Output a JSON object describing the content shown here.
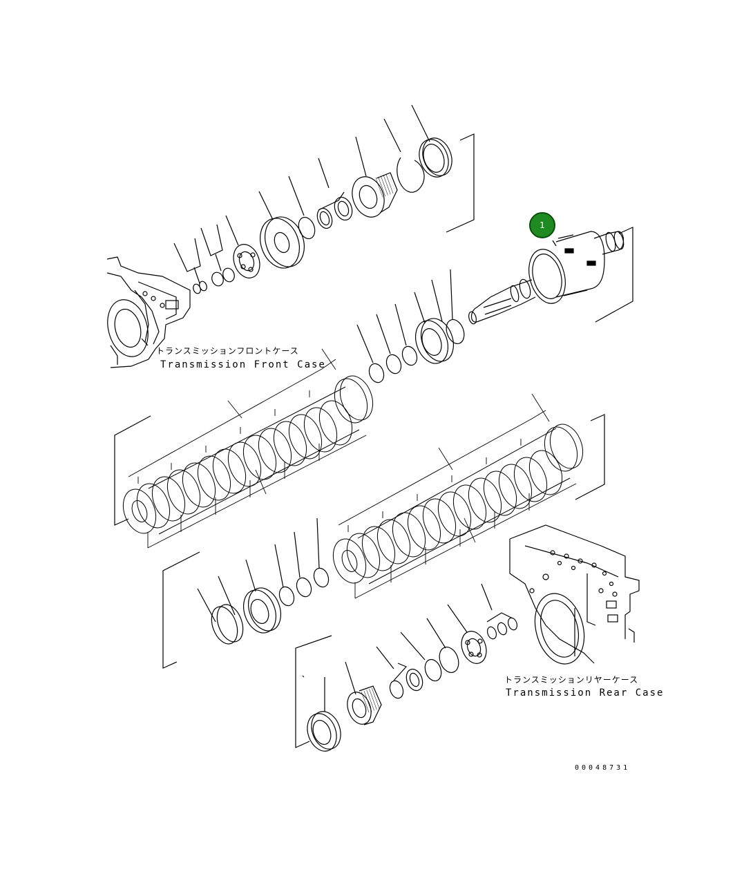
{
  "labels": {
    "front_case_jp": "トランスミッションフロントケース",
    "front_case_en": "Transmission Front Case",
    "rear_case_jp": "トランスミッションリヤーケース",
    "rear_case_en": "Transmission Rear Case",
    "reference_number": "00048731"
  },
  "callout": {
    "number": "1",
    "color": "#1f8a1f"
  }
}
